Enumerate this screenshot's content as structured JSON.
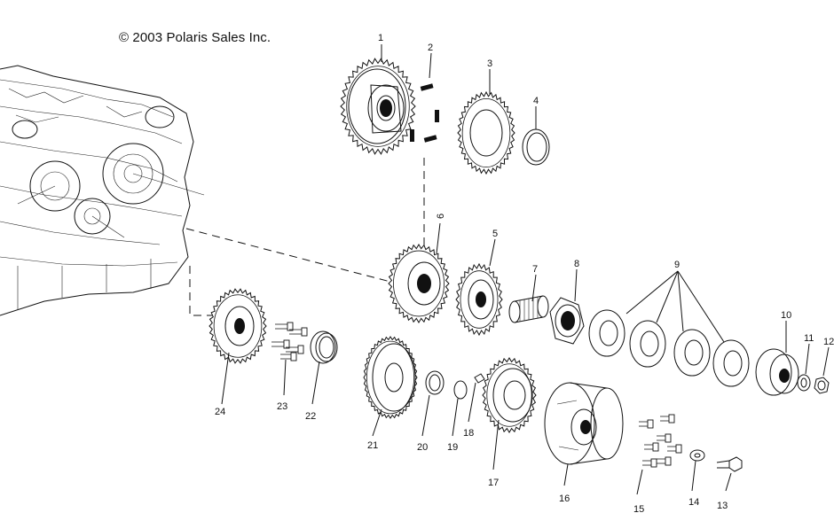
{
  "copyright": "© 2003 Polaris Sales Inc.",
  "callouts": [
    "1",
    "2",
    "3",
    "4",
    "5",
    "6",
    "7",
    "8",
    "9",
    "10",
    "11",
    "12",
    "13",
    "14",
    "15",
    "16",
    "17",
    "18",
    "19",
    "20",
    "21",
    "22",
    "23",
    "24"
  ]
}
